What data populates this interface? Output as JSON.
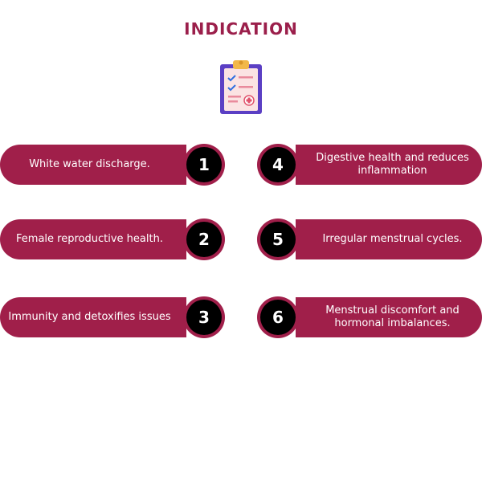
{
  "title": "INDICATION",
  "icon": "clipboard-checklist-icon",
  "colors": {
    "accent": "#a01f4a",
    "title": "#9b1f4b",
    "badge": "#000000"
  },
  "items": [
    {
      "number": "1",
      "text": "White water discharge."
    },
    {
      "number": "2",
      "text": "Female reproductive health."
    },
    {
      "number": "3",
      "text": "Immunity and detoxifies issues"
    },
    {
      "number": "4",
      "text": "Digestive health and reduces inflammation"
    },
    {
      "number": "5",
      "text": "Irregular menstrual cycles."
    },
    {
      "number": "6",
      "text": "Menstrual discomfort and hormonal imbalances."
    }
  ]
}
